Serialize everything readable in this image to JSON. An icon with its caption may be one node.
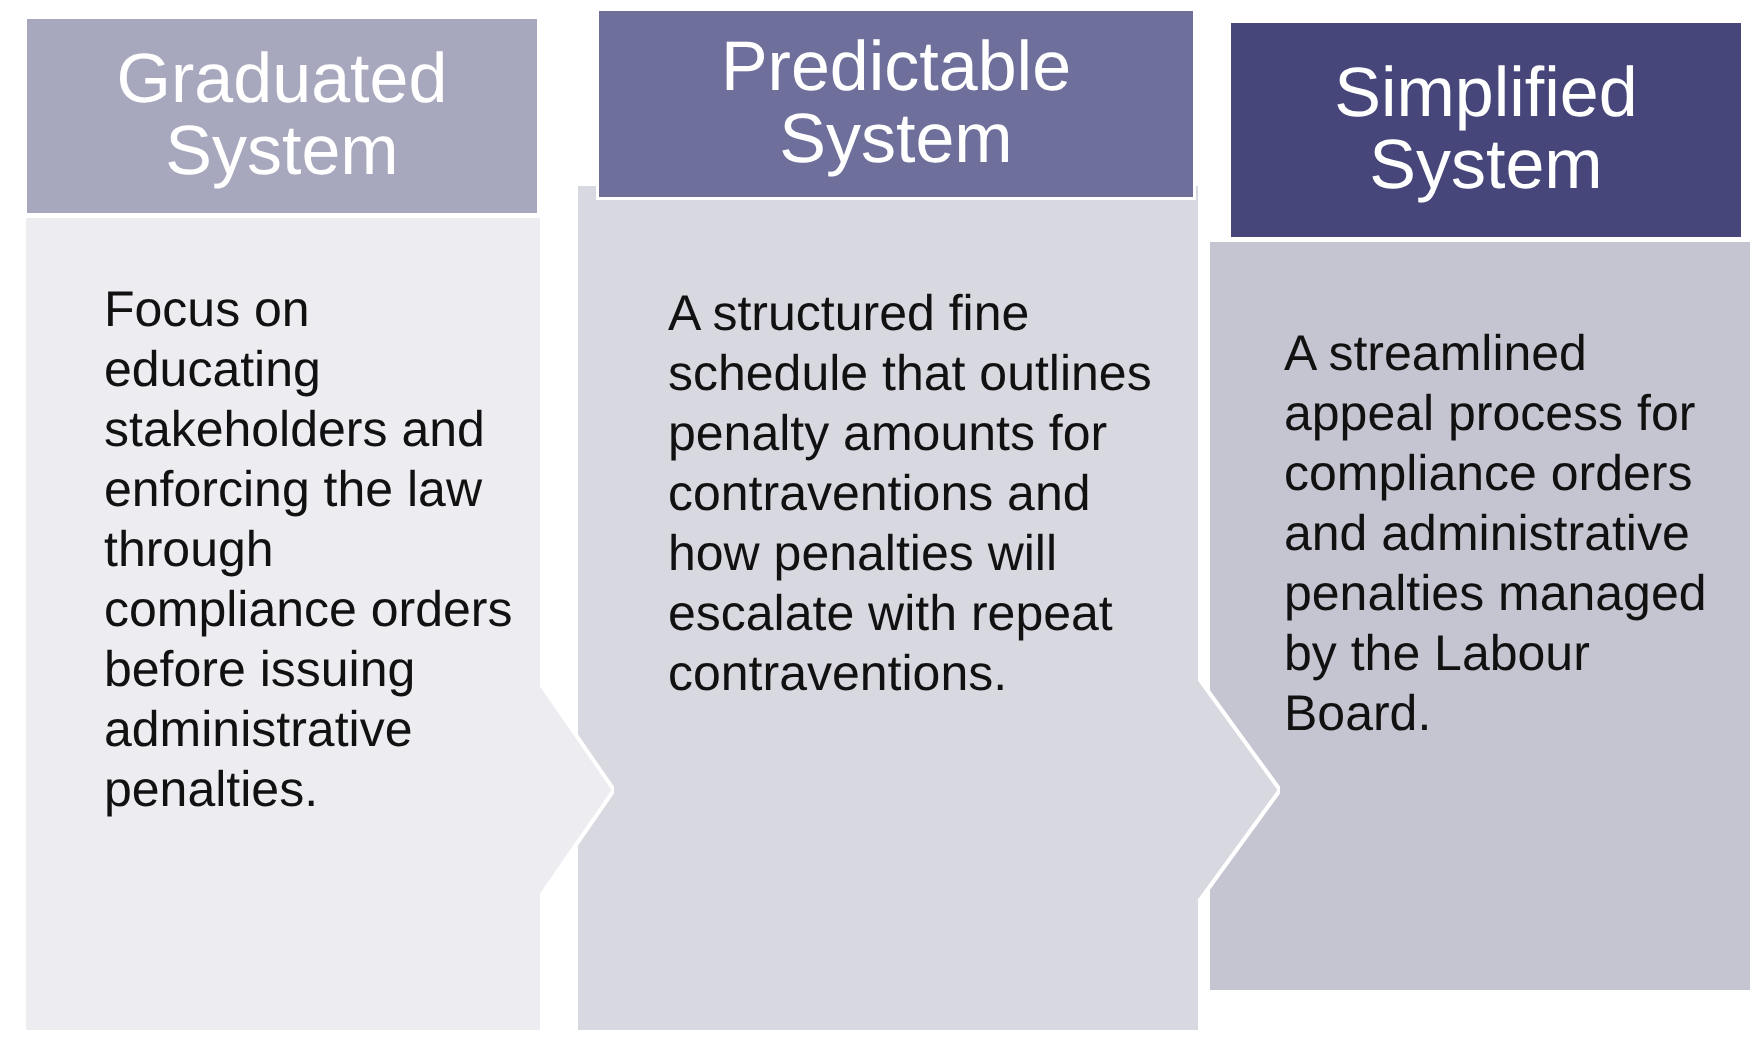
{
  "diagram": {
    "nodes": [
      {
        "text": [
          "Graduated System"
        ]
      },
      {
        "text": [
          "Focus on educating stakeholders and enforcing the law through compliance orders before issuing administrative penalties."
        ]
      },
      {
        "text": [
          "Predictable System"
        ]
      },
      {
        "text": [
          "A structured fine schedule that outlines penalty amounts for contraventions and how penalties will escalate with repeat contraventions."
        ]
      },
      {
        "text": [
          "Simplified System"
        ]
      },
      {
        "text": [
          "A streamlined appeal process for compliance orders and administrative penalties managed by the Labour Board."
        ]
      }
    ]
  }
}
